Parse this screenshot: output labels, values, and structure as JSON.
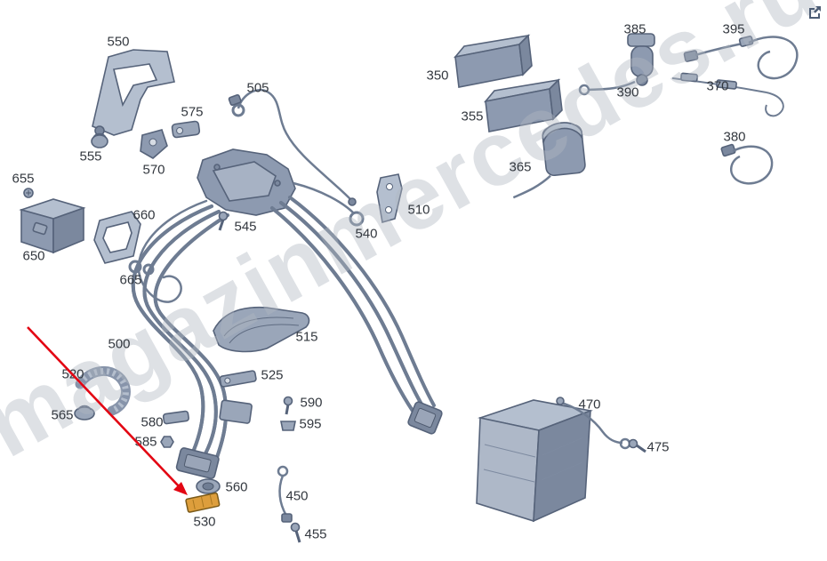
{
  "watermark": {
    "text": "magazinmercedes.ru"
  },
  "icons": {
    "top_right": "edit-external-icon"
  },
  "colors": {
    "part_line": "#56637A",
    "part_fill": "#A9B4C6",
    "highlight": "#DD9E3C",
    "arrow": "#E30613",
    "label_text": "#33383F"
  },
  "annotation": {
    "arrow_points_to": "530",
    "highlighted_part": "530"
  },
  "labels": {
    "350": "350",
    "355": "355",
    "365": "365",
    "370": "370",
    "380": "380",
    "385": "385",
    "390": "390",
    "395": "395",
    "450": "450",
    "455": "455",
    "470": "470",
    "475": "475",
    "500": "500",
    "505": "505",
    "510": "510",
    "515": "515",
    "520": "520",
    "525": "525",
    "530": "530",
    "540": "540",
    "545": "545",
    "550": "550",
    "555": "555",
    "560": "560",
    "565": "565",
    "570": "570",
    "575": "575",
    "580": "580",
    "585": "585",
    "590": "590",
    "595": "595",
    "650": "650",
    "655": "655",
    "660": "660",
    "665": "665"
  }
}
